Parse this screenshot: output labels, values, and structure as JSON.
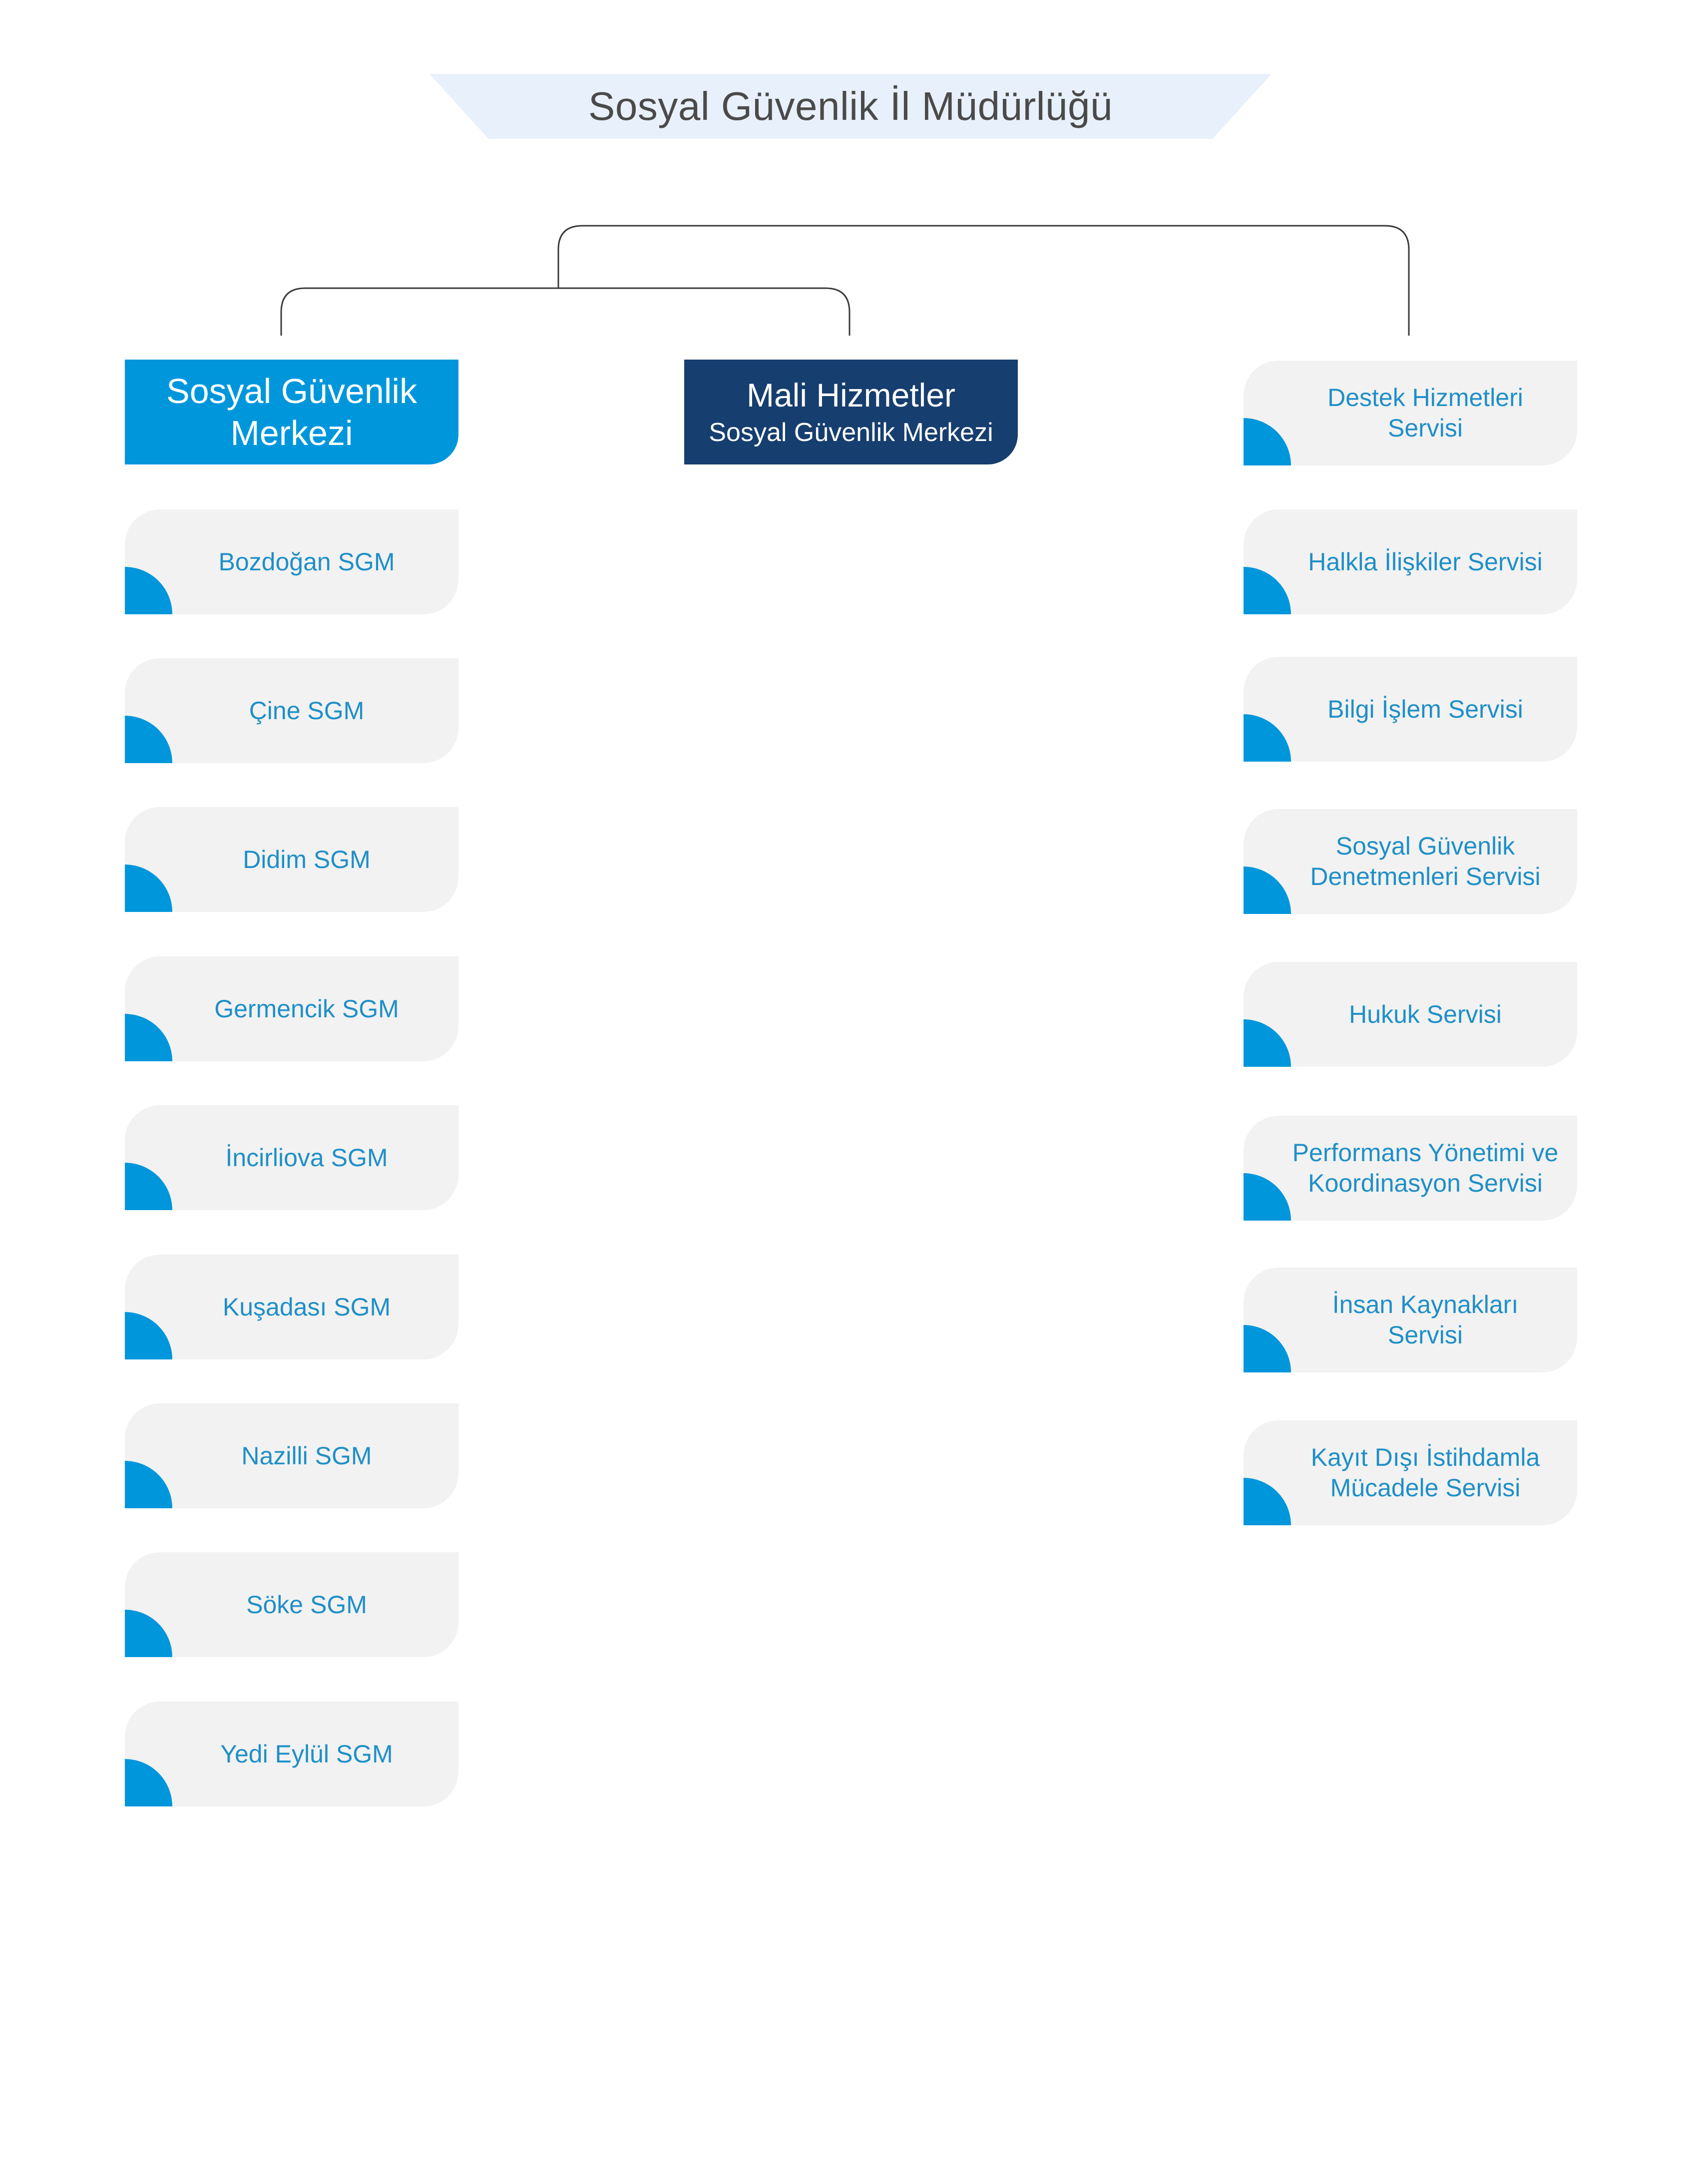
{
  "title": "Sosyal Güvenlik İl Müdürlüğü",
  "colors": {
    "accent": "#0096dc",
    "dark_navy": "#163e6f",
    "node_bg": "#f2f2f2",
    "node_text": "#1f8fc7",
    "title_bg": "#e8f0fb",
    "connector": "#3a3a3a"
  },
  "heads": {
    "sgm": "Sosyal Güvenlik\nMerkezi",
    "mali": {
      "line1": "Mali Hizmetler",
      "line2": "Sosyal Güvenlik Merkezi"
    }
  },
  "left_units": [
    "Bozdoğan SGM",
    "Çine SGM",
    "Didim SGM",
    "Germencik SGM",
    "İncirliova SGM",
    "Kuşadası SGM",
    "Nazilli SGM",
    "Söke SGM",
    "Yedi Eylül SGM"
  ],
  "right_units": [
    "Destek Hizmetleri\nServisi",
    "Halkla İlişkiler Servisi",
    "Bilgi İşlem Servisi",
    "Sosyal Güvenlik\nDenetmenleri Servisi",
    "Hukuk Servisi",
    "Performans Yönetimi ve\nKoordinasyon Servisi",
    "İnsan Kaynakları\nServisi",
    "Kayıt Dışı İstihdamla\nMücadele Servisi"
  ]
}
